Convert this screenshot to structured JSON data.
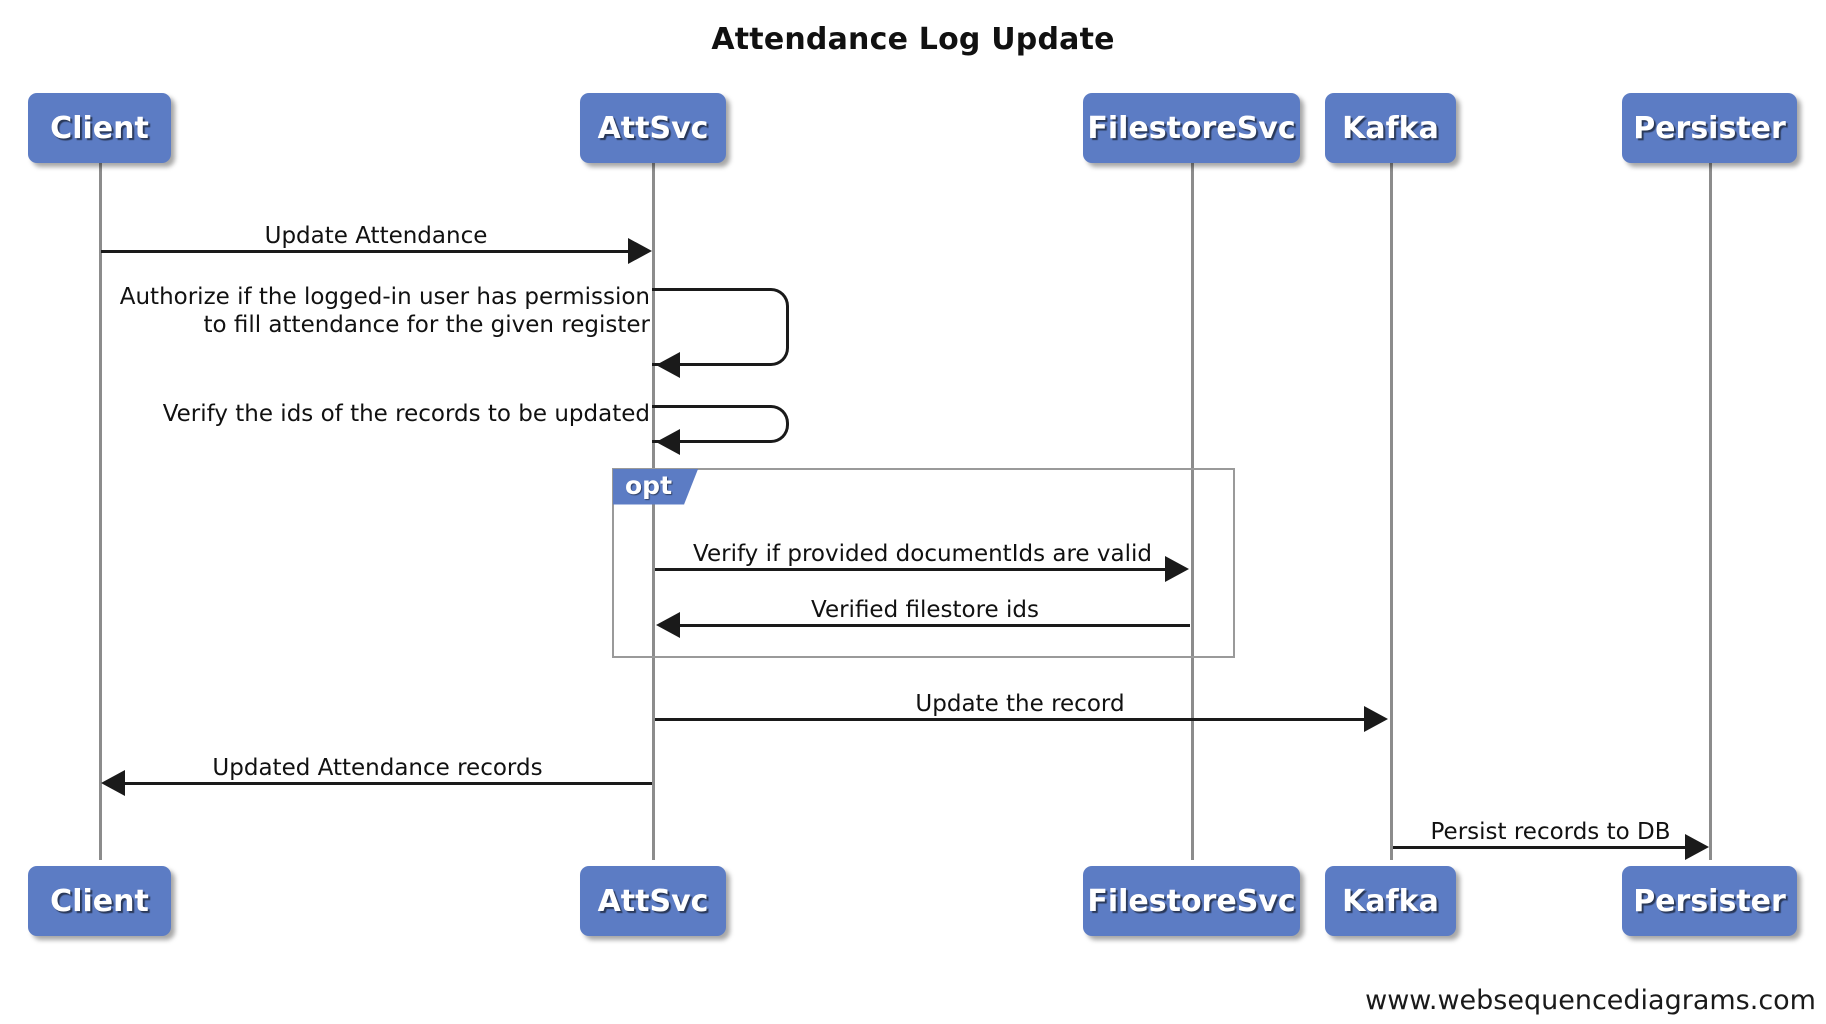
{
  "title": "Attendance Log Update",
  "footer": {
    "watermark": "www.websequencediagrams.com"
  },
  "participants": [
    {
      "id": "client",
      "label": "Client"
    },
    {
      "id": "attsvc",
      "label": "AttSvc"
    },
    {
      "id": "filestoresvc",
      "label": "FilestoreSvc"
    },
    {
      "id": "kafka",
      "label": "Kafka"
    },
    {
      "id": "persister",
      "label": "Persister"
    }
  ],
  "fragments": [
    {
      "id": "opt-1",
      "label": "opt"
    }
  ],
  "messages": [
    {
      "id": "m1",
      "from": "client",
      "to": "attsvc",
      "label": "Update Attendance",
      "kind": "call",
      "direction": "right"
    },
    {
      "id": "m2",
      "from": "attsvc",
      "to": "attsvc",
      "label": "Authorize if the logged-in user has permission\nto fill attendance for the given register",
      "kind": "self",
      "direction": "self"
    },
    {
      "id": "m3",
      "from": "attsvc",
      "to": "attsvc",
      "label": "Verify the ids of the records to be updated",
      "kind": "self",
      "direction": "self"
    },
    {
      "id": "m4",
      "from": "attsvc",
      "to": "filestoresvc",
      "label": "Verify if provided documentIds are valid",
      "kind": "call",
      "direction": "right"
    },
    {
      "id": "m5",
      "from": "filestoresvc",
      "to": "attsvc",
      "label": "Verified filestore ids",
      "kind": "return",
      "direction": "left"
    },
    {
      "id": "m6",
      "from": "attsvc",
      "to": "kafka",
      "label": "Update the record",
      "kind": "call",
      "direction": "right"
    },
    {
      "id": "m7",
      "from": "attsvc",
      "to": "client",
      "label": "Updated Attendance records",
      "kind": "return",
      "direction": "left"
    },
    {
      "id": "m8",
      "from": "kafka",
      "to": "persister",
      "label": "Persist records to DB",
      "kind": "call",
      "direction": "right"
    }
  ],
  "colors": {
    "participant_fill": "#5c7cc4",
    "participant_text": "#ffffff",
    "lifeline": "#8c8c8c",
    "arrow": "#1a1a1a",
    "fragment_border": "#9a9a9a",
    "fragment_tab": "#5c7cc4",
    "background": "#ffffff",
    "text": "#111111"
  }
}
